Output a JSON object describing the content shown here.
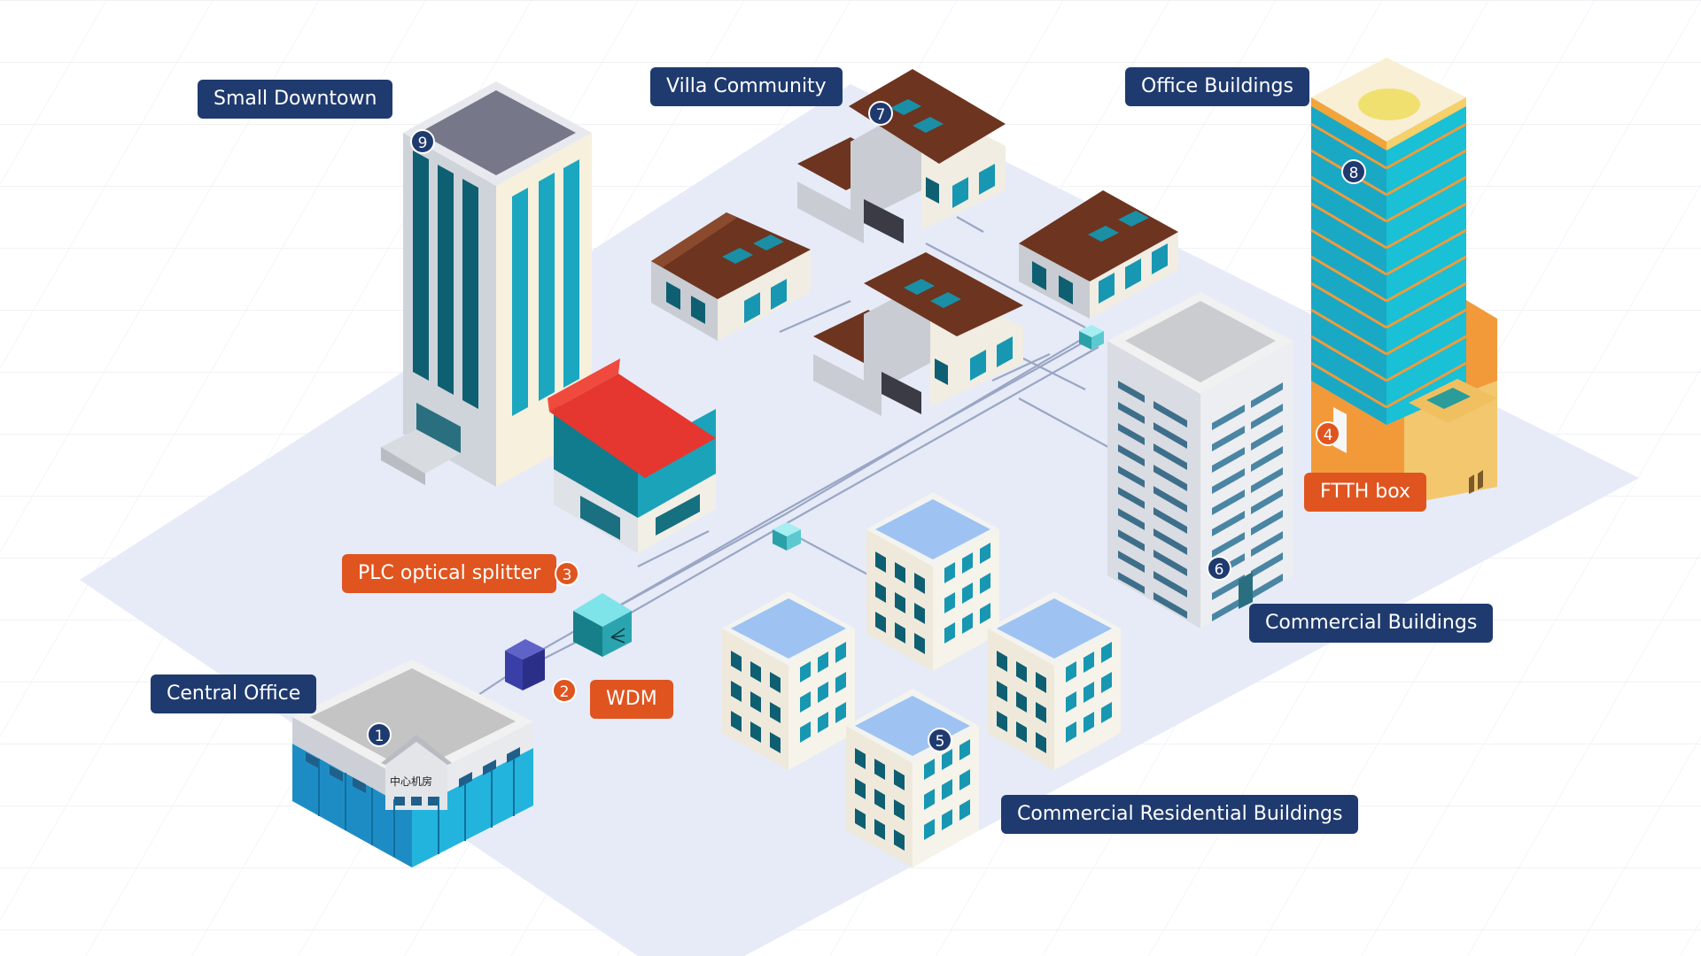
{
  "labels": {
    "small_downtown": "Small Downtown",
    "villa_community": "Villa Community",
    "office_buildings": "Office Buildings",
    "plc_splitter": "PLC optical splitter",
    "wdm": "WDM",
    "central_office": "Central Office",
    "ftth_box": "FTTH box",
    "commercial_buildings": "Commercial Buildings",
    "commercial_residential": "Commercial Residential Buildings"
  },
  "badges": {
    "b1": "1",
    "b2": "2",
    "b3": "3",
    "b4": "4",
    "b5": "5",
    "b6": "6",
    "b7": "7",
    "b8": "8",
    "b9": "9"
  },
  "central_office_sign": "中心机房",
  "colors": {
    "label_navy": "#1f3a6e",
    "label_orange": "#e0541f",
    "ground": "#e6ebf7",
    "fiber_line": "#9aa6c4"
  }
}
